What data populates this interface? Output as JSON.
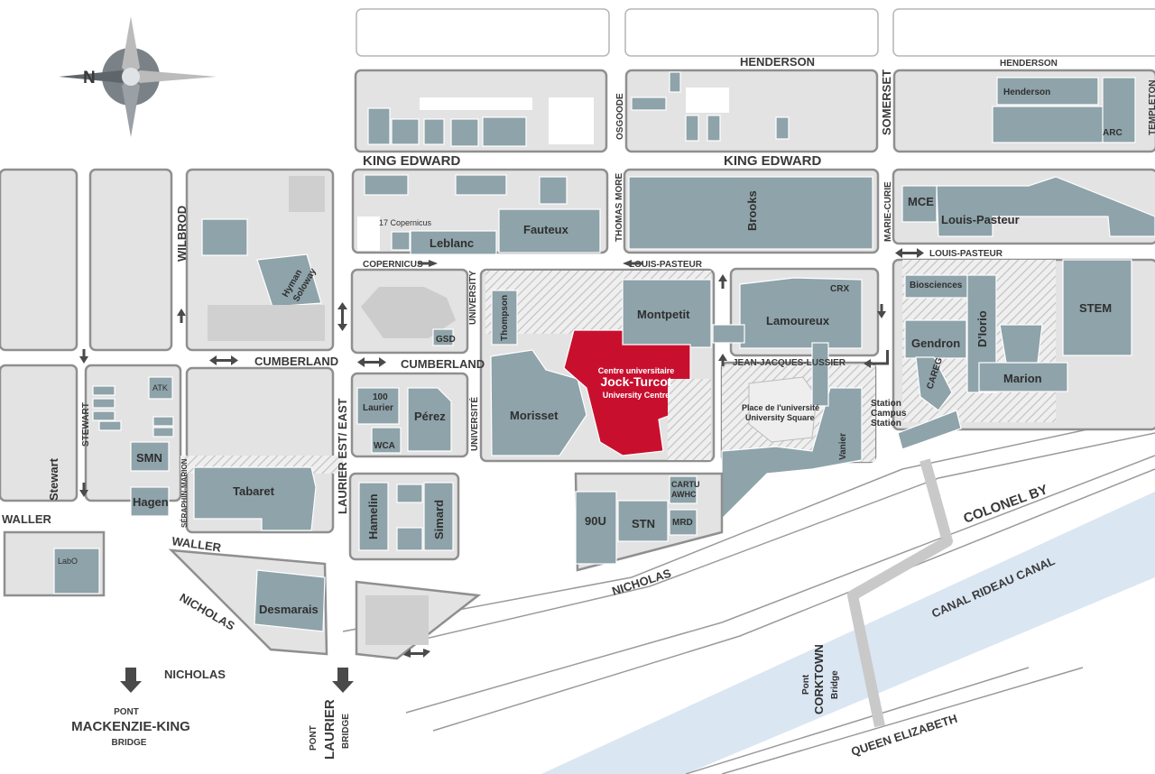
{
  "compass": {
    "north": "N"
  },
  "streets": {
    "henderson": "HENDERSON",
    "osgoode": "OSGOODE",
    "somerset": "SOMERSET",
    "templeton": "TEMPLETON",
    "king_edward": "KING EDWARD",
    "thomas_more": "THOMAS MORE",
    "marie_curie": "MARIE-CURIE",
    "louis_pasteur": "LOUIS-PASTEUR",
    "copernicus": "COPERNICUS",
    "wilbrod": "WILBROD",
    "university": "UNIVERSITY",
    "universite": "UNIVERSITÉ",
    "cumberland": "CUMBERLAND",
    "jean_jacques_lussier": "JEAN-JACQUES-LUSSIER",
    "stewart": "STEWART",
    "laurier_est": "LAURIER EST/ EAST",
    "seraphin_marion": "SÉRAPHIN-MARION",
    "waller": "WALLER",
    "nicholas": "NICHOLAS",
    "colonel_by": "COLONEL BY",
    "canal": "CANAL RIDEAU CANAL",
    "queen_elizabeth": "QUEEN ELIZABETH"
  },
  "bridges": {
    "mackenzie": [
      "PONT",
      "MACKENZIE-KING",
      "BRIDGE"
    ],
    "laurier": [
      "PONT",
      "LAURIER",
      "BRIDGE"
    ],
    "corktown": [
      "Pont",
      "CORKTOWN",
      "Bridge"
    ]
  },
  "buildings": {
    "henderson": "Henderson",
    "arc": "ARC",
    "mce": "MCE",
    "louis_pasteur": "Louis-Pasteur",
    "brooks": "Brooks",
    "fauteux": "Fauteux",
    "leblanc": "Leblanc",
    "copernicus17": "17 Copernicus",
    "hyman": "Hyman",
    "soloway": "Soloway",
    "gsd": "GSD",
    "thompson": "Thompson",
    "montpetit": "Montpetit",
    "crx": "CRX",
    "lamoureux": "Lamoureux",
    "biosciences": "Biosciences",
    "diorio": "D'Iorio",
    "stem": "STEM",
    "gendron": "Gendron",
    "marion": "Marion",
    "careg": "CAREG",
    "atk": "ATK",
    "laurier100_a": "100",
    "laurier100_b": "Laurier",
    "wca": "WCA",
    "perez": "Pérez",
    "morisset": "Morisset",
    "jock_1": "Centre universitaire",
    "jock_2": "Jock-Turcot",
    "jock_3": "University Centre",
    "square_1": "Place de l'université",
    "square_2": "University Square",
    "station_1": "Station",
    "station_2": "Campus",
    "station_3": "Station",
    "vanier": "Vanier",
    "stewart": "Stewart",
    "smn": "SMN",
    "hagen": "Hagen",
    "tabaret": "Tabaret",
    "hamelin": "Hamelin",
    "simard": "Simard",
    "cartu": "CARTU",
    "awhc": "AWHC",
    "u90": "90U",
    "stn": "STN",
    "mrd": "MRD",
    "labo": "LabO",
    "desmarais": "Desmarais"
  },
  "colors": {
    "building": "#8ea3aa",
    "block": "#e3e3e3",
    "highlight": "#c8102e",
    "canal": "#dbe6f3"
  }
}
